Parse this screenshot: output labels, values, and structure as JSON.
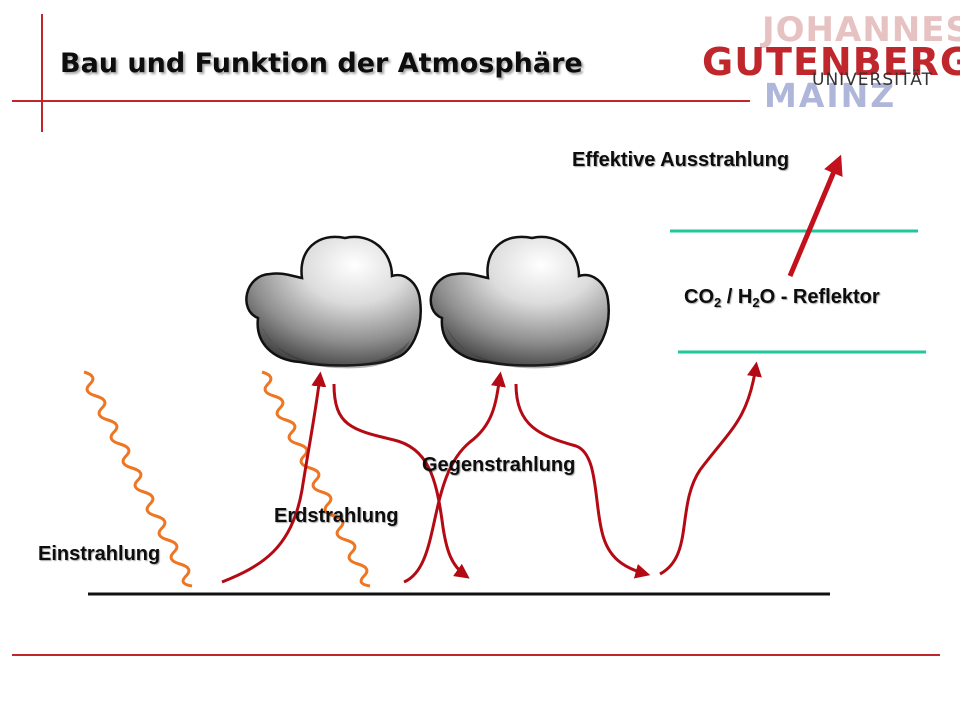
{
  "title": "Bau und Funktion der Atmosphäre",
  "logo": {
    "line1": "JOHANNES",
    "line2": "GUTENBERG",
    "line3": "UNIVERSITÄT",
    "line4": "MAINZ"
  },
  "labels": {
    "effective": "Effektive Ausstrahlung",
    "reflector_co": "CO",
    "reflector_co_sub": "2",
    "reflector_mid": " / H",
    "reflector_h_sub": "2",
    "reflector_end": "O - Reflektor",
    "gegen": "Gegenstrahlung",
    "erd": "Erdstrahlung",
    "ein": "Einstrahlung"
  },
  "colors": {
    "accent_red": "#c0272d",
    "wave_orange": "#ee7622",
    "arrow_red": "#b40a14",
    "reflector_teal": "#1fc79b",
    "ground": "#111111"
  }
}
